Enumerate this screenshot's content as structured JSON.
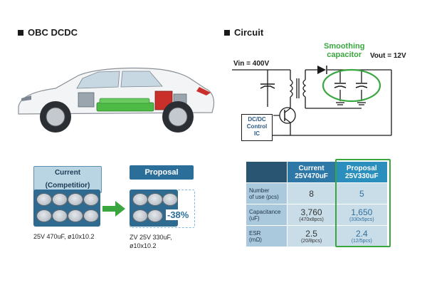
{
  "left_section": {
    "title": "OBC DCDC"
  },
  "right_section": {
    "title": "Circuit"
  },
  "circuit": {
    "vin": "Vin = 400V",
    "vout": "Vout = 12V",
    "smoothing_line1": "Smoothing",
    "smoothing_line2": "capacitor",
    "ic_line1": "DC/DC",
    "ic_line2": "Control",
    "ic_line3": "IC"
  },
  "comparison": {
    "current_label": "Current (Competitior)",
    "proposal_label": "Proposal",
    "reduction": "-38%",
    "current_caption": "25V 470uF, ø10x10.2",
    "proposal_caption_line1": "ZV 25V 330uF,",
    "proposal_caption_line2": "ø10x10.2"
  },
  "table": {
    "col_current_line1": "Current",
    "col_current_line2": "25V470uF",
    "col_proposal_line1": "Proposal",
    "col_proposal_line2": "25V330uF",
    "rows": [
      {
        "label_line1": "Number",
        "label_line2": "of use (pcs)",
        "current": "8",
        "current_sub": "",
        "proposal": "5",
        "proposal_sub": ""
      },
      {
        "label_line1": "Capacitance",
        "label_line2": "(uF)",
        "current": "3,760",
        "current_sub": "(470x8pcs)",
        "proposal": "1,650",
        "proposal_sub": "(330x5pcs)"
      },
      {
        "label_line1": "ESR",
        "label_line2": "(mΩ)",
        "current": "2.5",
        "current_sub": "(20/8pcs)",
        "proposal": "2.4",
        "proposal_sub": "(12/5pcs)"
      }
    ]
  },
  "colors": {
    "accent_green": "#3aa640",
    "accent_blue": "#2b6e99",
    "battery_green": "#4cba45"
  },
  "icons": [
    "car-illustration",
    "arrow-right-icon",
    "capacitor-icon",
    "transistor-icon",
    "transformer-icon",
    "diode-icon"
  ]
}
